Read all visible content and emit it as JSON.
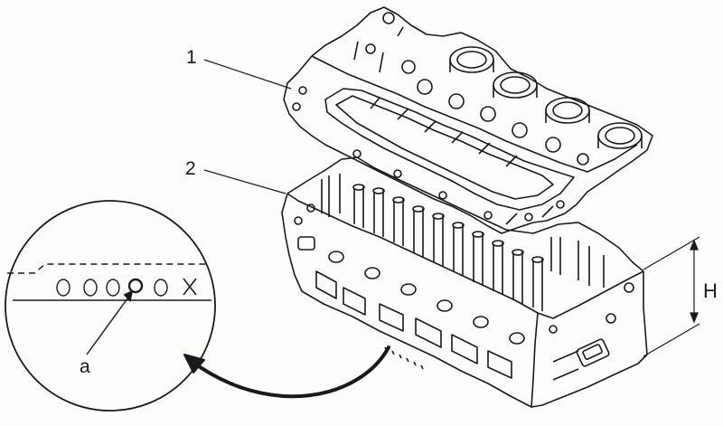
{
  "diagram": {
    "callouts": {
      "upper_part": "1",
      "lower_part": "2",
      "height_dimension": "H",
      "detail_marker": "a"
    },
    "detail_view": {
      "marks": [
        "O",
        "O",
        "O",
        "O",
        "O",
        "X"
      ],
      "highlighted_mark_index": 3
    },
    "colors": {
      "line": "#1a1a1a",
      "background": "#fdfdfb"
    }
  }
}
